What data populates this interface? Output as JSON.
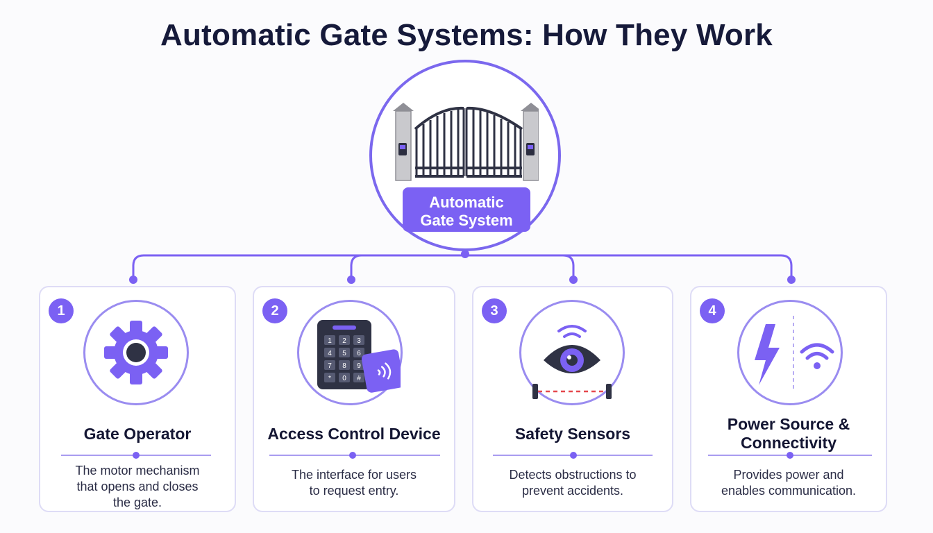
{
  "title": "Automatic Gate Systems: How They Work",
  "hub": {
    "label": "Automatic\nGate System",
    "icon": "gate-icon"
  },
  "cards": [
    {
      "number": "1",
      "title": "Gate Operator",
      "description": "The motor mechanism\nthat opens and closes\nthe gate.",
      "icon": "gear-icon"
    },
    {
      "number": "2",
      "title": "Access Control Device",
      "description": "The interface for users\nto request entry.",
      "icon": "keypad-icon",
      "keys": [
        "1",
        "2",
        "3",
        "4",
        "5",
        "6",
        "7",
        "8",
        "9",
        "*",
        "0",
        "#"
      ]
    },
    {
      "number": "3",
      "title": "Safety Sensors",
      "description": "Detects obstructions to\nprevent accidents.",
      "icon": "eye-sensor-icon"
    },
    {
      "number": "4",
      "title": "Power Source &\nConnectivity",
      "description": "Provides power and\nenables communication.",
      "icon": "power-wifi-icon"
    }
  ],
  "colors": {
    "accent": "#7b61f3",
    "ring": "#7b68ee",
    "dark": "#1b1d3a"
  }
}
